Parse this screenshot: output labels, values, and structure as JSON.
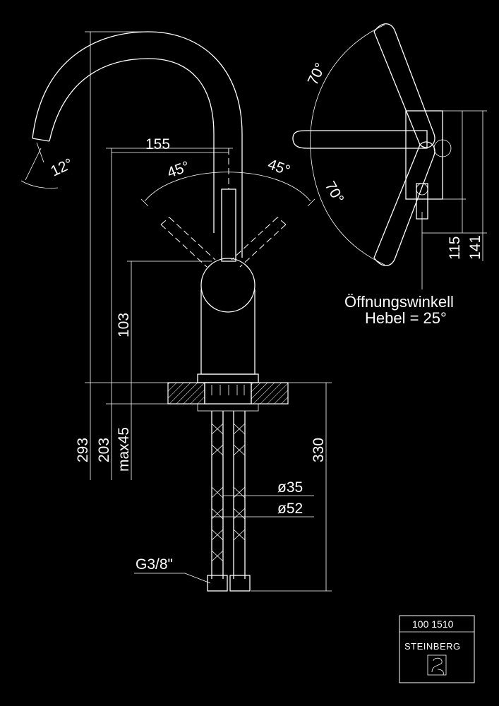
{
  "dimensions": {
    "reach": "155",
    "spout_angle": "12°",
    "lever_left_angle": "45°",
    "lever_right_angle": "45°",
    "rotation_top_angle": "70°",
    "rotation_bottom_angle": "70°",
    "body_height": "103",
    "total_height": "293",
    "spout_height": "203",
    "max_deck": "max45",
    "hose_length": "330",
    "hole_diameter": "ø35",
    "base_diameter": "ø52",
    "thread": "G3/8\"",
    "side_115": "115",
    "side_141": "141"
  },
  "note": {
    "line1": "Öffnungswinkell",
    "line2": "Hebel = 25°"
  },
  "title_block": {
    "article_number": "100 1510",
    "brand": "STEINBERG"
  }
}
